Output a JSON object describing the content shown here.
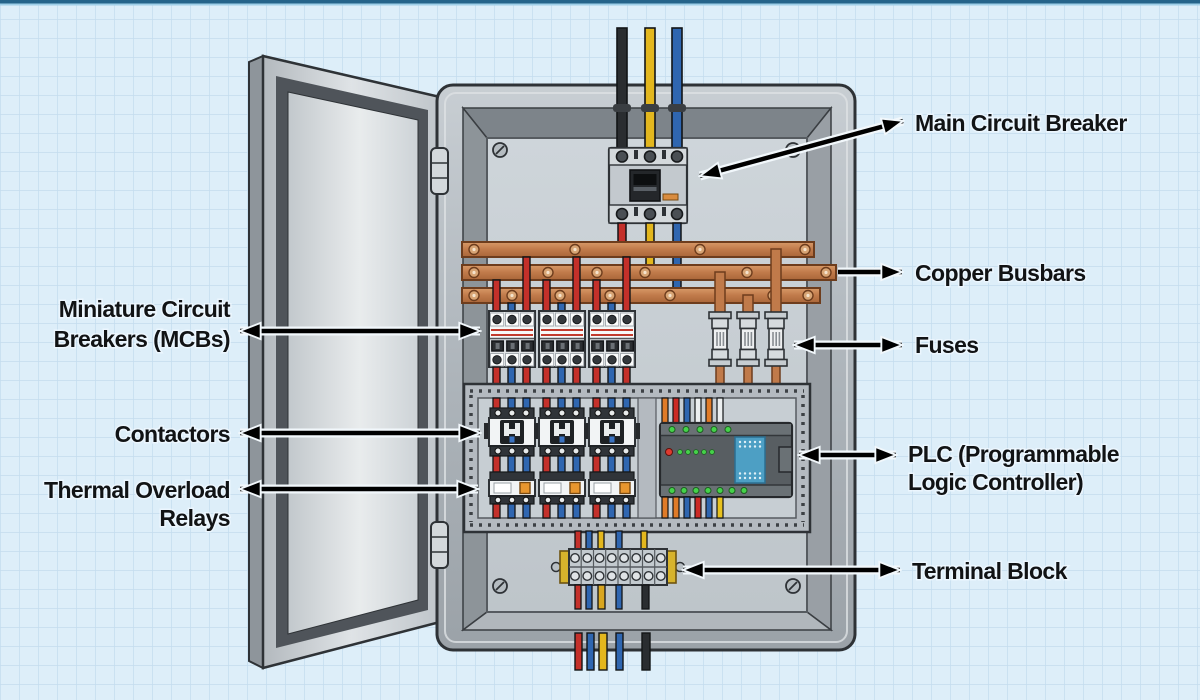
{
  "diagram": {
    "type": "labeled-technical-diagram",
    "callouts": {
      "mcb": {
        "side": "left",
        "lines": [
          "Miniature Circuit",
          "Breakers (MCBs)"
        ]
      },
      "contactors": {
        "side": "left",
        "lines": [
          "Contactors"
        ]
      },
      "thermal_overload": {
        "side": "left",
        "lines": [
          "Thermal Overload",
          "Relays"
        ]
      },
      "main_breaker": {
        "side": "right",
        "lines": [
          "Main Circuit Breaker"
        ]
      },
      "copper_busbars": {
        "side": "right",
        "lines": [
          "Copper Busbars"
        ]
      },
      "fuses": {
        "side": "right",
        "lines": [
          "Fuses"
        ]
      },
      "plc": {
        "side": "right",
        "lines": [
          "PLC (Programmable",
          "Logic Controller)"
        ]
      },
      "terminal_block": {
        "side": "right",
        "lines": [
          "Terminal Block"
        ]
      }
    },
    "colors": {
      "background": "#ddeef9",
      "grid_line": "#c3dcee",
      "top_border_teal": "#25648a",
      "enclosure_gray": "#b0b7bd",
      "back_panel_gray": "#c9d0d5",
      "door_gray": "#d6dadd",
      "copper": "#c07a4a",
      "wire_red": "#c4302a",
      "wire_blue": "#2f66b0",
      "wire_yellow": "#e3b71e",
      "wire_black": "#2a2d30",
      "wire_orange": "#e07b28",
      "plc_body": "#585e62",
      "plc_connector_blue": "#4d9fc4",
      "led_green": "#45d24a",
      "led_red": "#e03a2f",
      "relay_button_orange": "#e8962e",
      "terminal_rail_yellow": "#d7b32c",
      "label_text": "#111315",
      "arrow": "#000000"
    }
  }
}
